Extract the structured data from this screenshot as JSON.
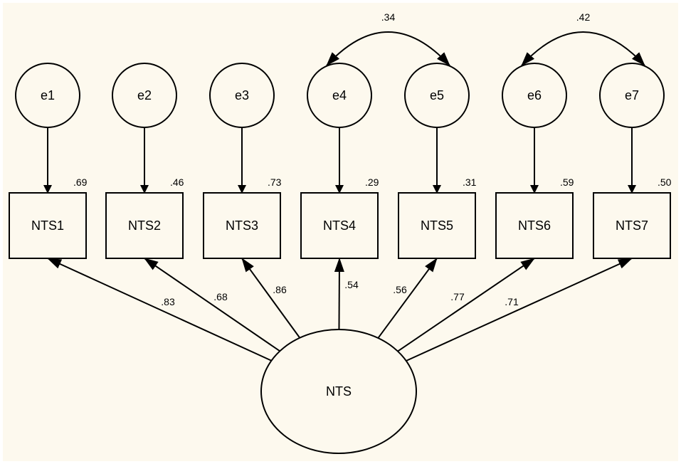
{
  "diagram": {
    "background_color": "#fdf9ee",
    "latent": {
      "label": "NTS"
    },
    "errors": [
      {
        "label": "e1"
      },
      {
        "label": "e2"
      },
      {
        "label": "e3"
      },
      {
        "label": "e4"
      },
      {
        "label": "e5"
      },
      {
        "label": "e6"
      },
      {
        "label": "e7"
      }
    ],
    "indicators": [
      {
        "label": "NTS1",
        "r2": ".69",
        "loading": ".83"
      },
      {
        "label": "NTS2",
        "r2": ".46",
        "loading": ".68"
      },
      {
        "label": "NTS3",
        "r2": ".73",
        "loading": ".86"
      },
      {
        "label": "NTS4",
        "r2": ".29",
        "loading": ".54"
      },
      {
        "label": "NTS5",
        "r2": ".31",
        "loading": ".56"
      },
      {
        "label": "NTS6",
        "r2": ".59",
        "loading": ".77"
      },
      {
        "label": "NTS7",
        "r2": ".50",
        "loading": ".71"
      }
    ],
    "covariances": [
      {
        "from": "e4",
        "to": "e5",
        "value": ".34"
      },
      {
        "from": "e6",
        "to": "e7",
        "value": ".42"
      }
    ]
  }
}
